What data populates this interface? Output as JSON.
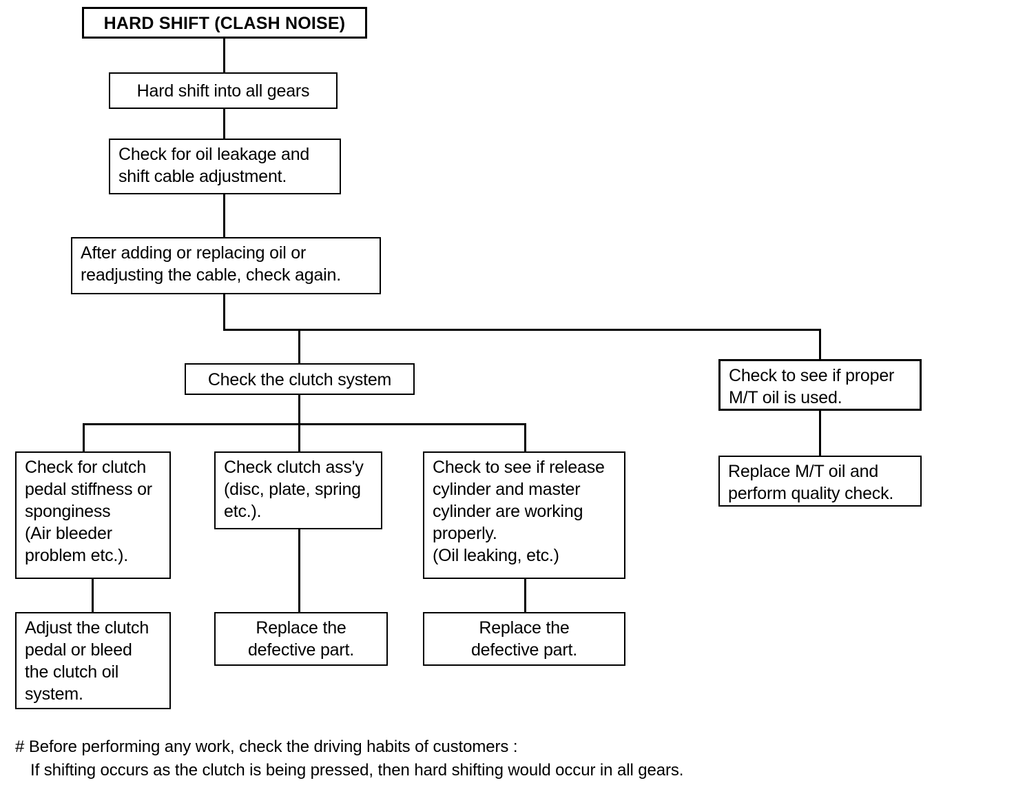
{
  "document": {
    "title": "HARD SHIFT (CLASH NOISE)",
    "type": "troubleshooting-flowchart"
  },
  "nodes": {
    "title_box": "HARD SHIFT (CLASH NOISE)",
    "symptom": "Hard shift into all gears",
    "initial_check": "Check for oil leakage and\nshift cable adjustment.",
    "recheck": "After adding or replacing oil or\nreadjusting the cable, check again.",
    "clutch_system": "Check the clutch system",
    "mt_oil_check": "Check to see if proper\nM/T oil is used.",
    "mt_oil_action": "Replace M/T oil and\nperform quality check.",
    "pedal_check": "Check for clutch\npedal stiffness or\nsponginess\n(Air bleeder\nproblem etc.).",
    "pedal_action": "Adjust the clutch\npedal or bleed\nthe clutch oil\nsystem.",
    "assy_check": "Check clutch ass'y\n(disc, plate, spring\netc.).",
    "assy_action": "Replace the\ndefective part.",
    "cylinder_check": "Check to see if release\ncylinder and master\ncylinder are working\nproperly.\n(Oil leaking, etc.)",
    "cylinder_action": "Replace the\ndefective part."
  },
  "footer": {
    "line1": "# Before performing any work, check the driving habits of customers :",
    "line2": "If shifting occurs as the clutch is being pressed, then hard shifting would occur in all gears."
  },
  "colors": {
    "ink": "#000000",
    "paper": "#ffffff"
  }
}
